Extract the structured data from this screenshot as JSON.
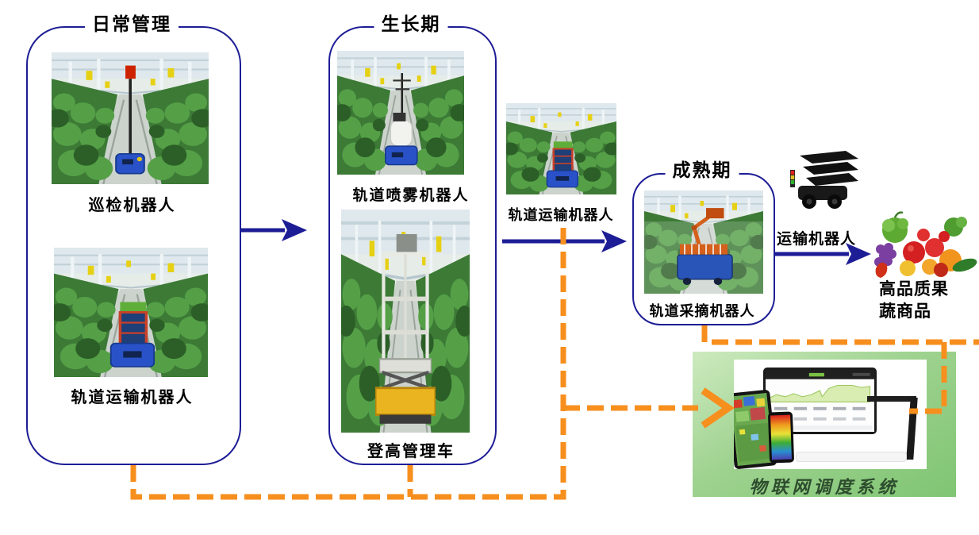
{
  "palette": {
    "navy": "#1d1d96",
    "orange": "#F78F1E",
    "label_text": "#000000",
    "iot_panel_green": "#9ed28f",
    "iot_label_green": "#2e4d2e"
  },
  "stages": {
    "daily_management": {
      "title": "日常管理",
      "items": [
        {
          "label": "巡检机器人"
        },
        {
          "label": "轨道运输机器人"
        }
      ]
    },
    "growth_period": {
      "title": "生长期",
      "items": [
        {
          "label": "轨道喷雾机器人"
        },
        {
          "label": "登高管理车"
        }
      ]
    },
    "mature_period": {
      "title": "成熟期",
      "items": [
        {
          "label": "轨道采摘机器人"
        }
      ]
    }
  },
  "flow": {
    "rail_transport_label": "轨道运输机器人",
    "transport_robot_label": "运输机器人",
    "product_label_line1": "高品质果",
    "product_label_line2": "蔬商品"
  },
  "iot_system": {
    "label": "物联网调度系统"
  }
}
